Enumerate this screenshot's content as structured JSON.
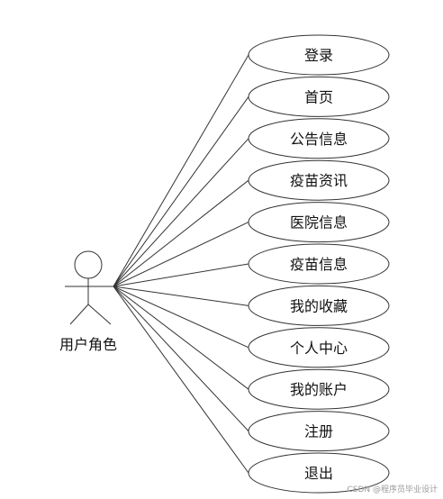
{
  "actor": {
    "label": "用户角色"
  },
  "use_cases": [
    {
      "label": "登录"
    },
    {
      "label": "首页"
    },
    {
      "label": "公告信息"
    },
    {
      "label": "疫苗资讯"
    },
    {
      "label": "医院信息"
    },
    {
      "label": "疫苗信息"
    },
    {
      "label": "我的收藏"
    },
    {
      "label": "个人中心"
    },
    {
      "label": "我的账户"
    },
    {
      "label": "注册"
    },
    {
      "label": "退出"
    }
  ],
  "watermark": "CSDN @程序员毕业设计",
  "colors": {
    "stroke": "#333333",
    "text": "#111111",
    "background": "#ffffff"
  }
}
